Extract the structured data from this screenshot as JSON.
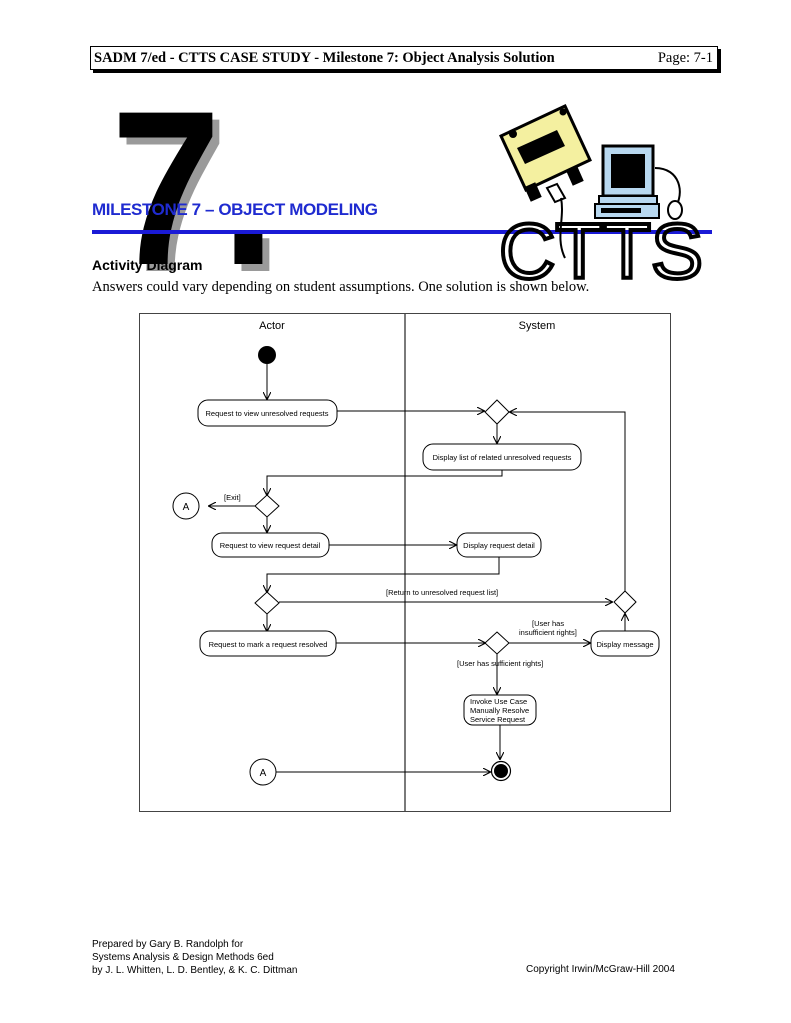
{
  "header": {
    "title": "SADM 7/ed - CTTS CASE STUDY - Milestone 7: Object Analysis Solution",
    "page": "Page: 7-1"
  },
  "banner": {
    "number": "7.",
    "milestone_title": "MILESTONE 7 – OBJECT MODELING",
    "logo_text": "CTTS"
  },
  "section": {
    "title": "Activity Diagram",
    "intro": "Answers could vary depending on student assumptions. One solution is shown below."
  },
  "diagram": {
    "swimlanes": [
      "Actor",
      "System"
    ],
    "actions": {
      "request_unresolved": "Request to view unresolved requests",
      "display_list": "Display list of related unresolved requests",
      "request_detail": "Request to view request detail",
      "display_detail": "Display request detail",
      "mark_resolved": "Request to mark a request resolved",
      "display_message": "Display message",
      "invoke_line1": "Invoke Use Case",
      "invoke_line2": "Manually Resolve",
      "invoke_line3": "Service Request"
    },
    "guards": {
      "exit": "[Exit]",
      "return_list": "[Return to unresolved request list]",
      "insufficient_line1": "[User has",
      "insufficient_line2": "insufficient rights]",
      "sufficient": "[User has sufficient rights]"
    },
    "connector": "A"
  },
  "footer": {
    "line1": "Prepared by Gary B. Randolph for",
    "line2": "Systems Analysis & Design Methods 6ed",
    "line3": "by J. L. Whitten, L. D. Bentley, & K. C. Dittman",
    "copyright": "Copyright Irwin/McGraw-Hill 2004"
  }
}
